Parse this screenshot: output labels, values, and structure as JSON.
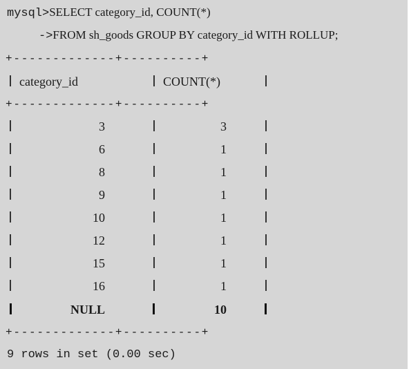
{
  "query": {
    "line1_prompt": "mysql>",
    "line1_text": "SELECT category_id, COUNT(*)",
    "line2_prompt": "->",
    "line2_text": "FROM sh_goods GROUP BY category_id WITH ROLLUP;"
  },
  "table": {
    "border_top": "+-------------+----------+",
    "border_mid": "+-------------+----------+",
    "border_bottom": "+-------------+----------+",
    "headers": [
      "category_id",
      "COUNT(*)"
    ],
    "rows": [
      [
        "3",
        "3"
      ],
      [
        "6",
        "1"
      ],
      [
        "8",
        "1"
      ],
      [
        "9",
        "1"
      ],
      [
        "10",
        "1"
      ],
      [
        "12",
        "1"
      ],
      [
        "15",
        "1"
      ],
      [
        "16",
        "1"
      ]
    ],
    "rollup_row": [
      "NULL",
      "10"
    ]
  },
  "footer": {
    "summary": "9 rows in set (0.00 sec)"
  }
}
